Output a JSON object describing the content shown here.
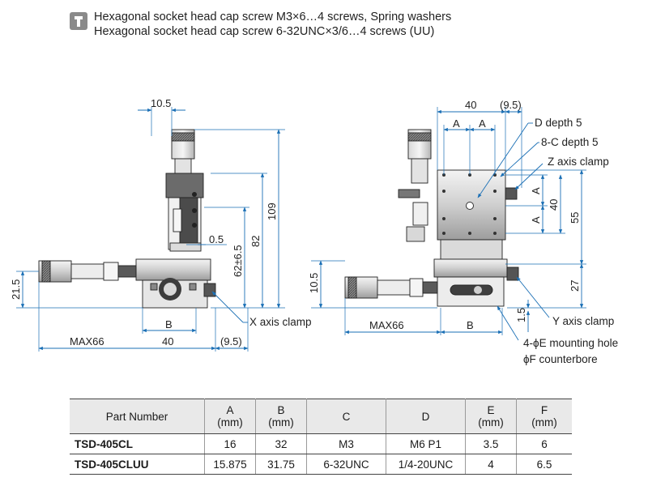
{
  "note": {
    "icon": "screw-icon",
    "lines": [
      "Hexagonal socket head cap screw M3×6…4 screws, Spring washers",
      "Hexagonal socket head cap screw 6-32UNC×3/6…4 screws (UU)"
    ]
  },
  "left_view": {
    "dims": {
      "top_offset": "10.5",
      "height_total": "109",
      "height_82": "82",
      "height_62": "62±6.5",
      "gap": "0.5",
      "left_height": "21.5",
      "max": "MAX66",
      "b": "B",
      "width": "40",
      "width_paren": "(9.5)"
    },
    "callouts": {
      "x_clamp": "X axis clamp"
    }
  },
  "right_view": {
    "dims": {
      "width_top": "40",
      "paren_top": "(9.5)",
      "a_left": "A",
      "a_right": "A",
      "a_upper": "A",
      "a_lower": "A",
      "v40": "40",
      "v55": "55",
      "v27": "27",
      "left_105": "10.5",
      "max": "MAX66",
      "b": "B",
      "v15": "1.5"
    },
    "callouts": {
      "d_depth": "D depth 5",
      "c_depth": "8-C depth 5",
      "z_clamp": "Z axis clamp",
      "y_clamp": "Y axis clamp",
      "mount_hole": "4-ϕE mounting hole",
      "counterbore": "ϕF counterbore"
    }
  },
  "table": {
    "headers": [
      {
        "line1": "Part Number",
        "line2": ""
      },
      {
        "line1": "A",
        "line2": "(mm)"
      },
      {
        "line1": "B",
        "line2": "(mm)"
      },
      {
        "line1": "C",
        "line2": ""
      },
      {
        "line1": "D",
        "line2": ""
      },
      {
        "line1": "E",
        "line2": "(mm)"
      },
      {
        "line1": "F",
        "line2": "(mm)"
      }
    ],
    "rows": [
      [
        "TSD-405CL",
        "16",
        "32",
        "M3",
        "M6 P1",
        "3.5",
        "6"
      ],
      [
        "TSD-405CLUU",
        "15.875",
        "31.75",
        "6-32UNC",
        "1/4-20UNC",
        "4",
        "6.5"
      ]
    ]
  }
}
